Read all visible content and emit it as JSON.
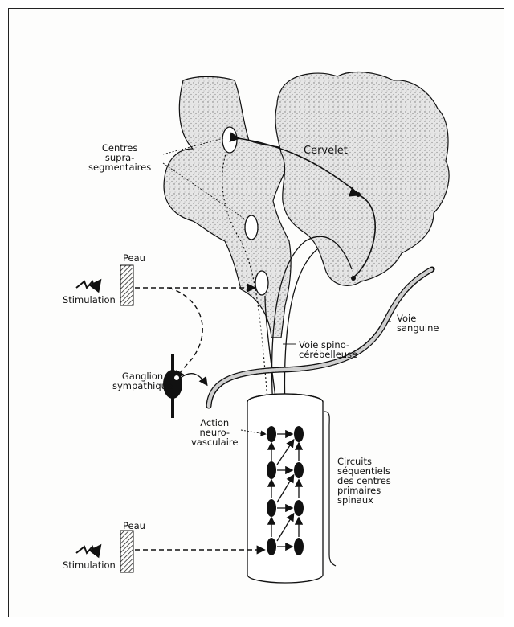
{
  "labels": {
    "centres": "Centres\nsupra-\nsegmentaires",
    "cervelet": "Cervelet",
    "peau_top": "Peau",
    "stimulation_top": "Stimulation",
    "voie_sanguine": "Voie\nsanguine",
    "voie_spino": "Voie spino-\ncérébelleuse",
    "ganglion": "Ganglion\nsympathique",
    "action": "Action\nneuro-\nvasculaire",
    "circuits": "Circuits\nséquentiels\ndes centres\nprimaires\nspinaux",
    "peau_bottom": "Peau",
    "stimulation_bottom": "Stimulation"
  },
  "colors": {
    "ink": "#111111",
    "stipple": "#dcdcdc",
    "frame": "#222222"
  }
}
